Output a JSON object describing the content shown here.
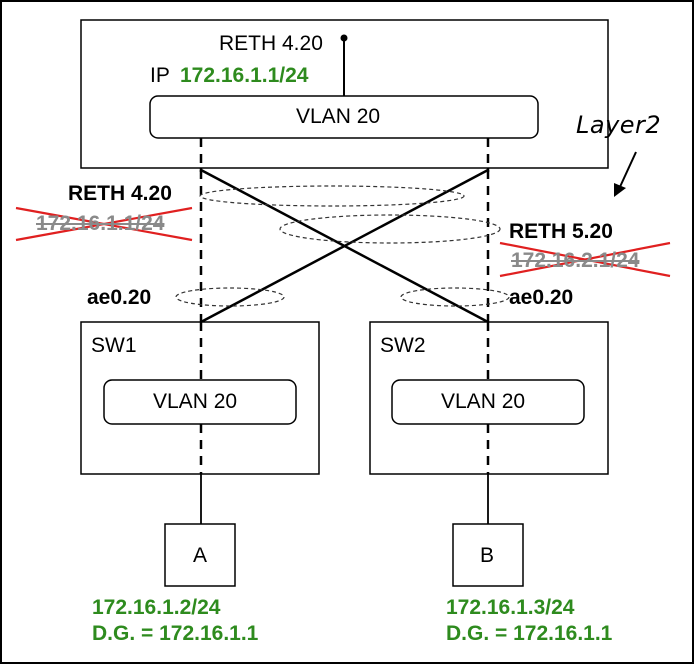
{
  "top_device": {
    "reth_label": "RETH 4.20",
    "ip_prefix": "IP",
    "ip_value": "172.16.1.1/24",
    "vlan_label": "VLAN 20"
  },
  "annotations": {
    "layer2": "Layer2",
    "left_reth": "RETH 4.20",
    "left_reth_ip_struck": "172.16.1.1/24",
    "right_reth": "RETH 5.20",
    "right_reth_ip_struck": "172.16.2.1/24",
    "left_ae": "ae0.20",
    "right_ae": "ae0.20"
  },
  "switches": [
    {
      "name": "SW1",
      "vlan_label": "VLAN 20"
    },
    {
      "name": "SW2",
      "vlan_label": "VLAN 20"
    }
  ],
  "hosts": [
    {
      "name": "A",
      "ip": "172.16.1.2/24",
      "gateway": "D.G. = 172.16.1.1"
    },
    {
      "name": "B",
      "ip": "172.16.1.3/24",
      "gateway": "D.G. = 172.16.1.1"
    }
  ],
  "colors": {
    "green_text": "#2e8b1e",
    "strike_red": "#e02020",
    "struck_text": "#8a8a8a"
  }
}
